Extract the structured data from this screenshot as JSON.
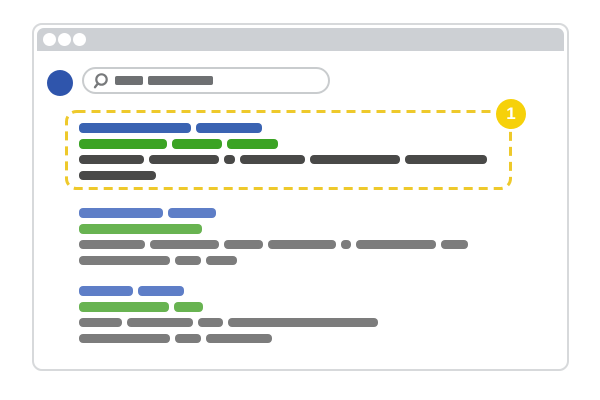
{
  "window": {
    "titlebar_color": "#cdd0d4",
    "control_dot_color": "#ffffff",
    "control_dot_count": 3,
    "border_color": "#d7d9db"
  },
  "toolbar": {
    "logo_color": "#2f55ac"
  },
  "search": {
    "icon": "magnifier-icon",
    "icon_color": "#77797b",
    "placeholder_bar_color": "#6e7072",
    "query_placeholder_segments": [
      28,
      65
    ]
  },
  "annotation": {
    "badge_label": "1",
    "badge_color": "#f6d10a",
    "badge_text_color": "#ffffff",
    "outline_color": "#eec92b",
    "outline_style": "dashed"
  },
  "results": [
    {
      "id": "result-1",
      "highlighted": true,
      "colors": {
        "title": "#3a63b2",
        "url": "#3ba324",
        "text": "#494948"
      },
      "rows": [
        {
          "type": "title",
          "segments": [
            112,
            66
          ]
        },
        {
          "type": "url",
          "segments": [
            88,
            50,
            51
          ]
        },
        {
          "type": "text",
          "segments": [
            65,
            70,
            11,
            65,
            90,
            82
          ]
        },
        {
          "type": "text",
          "segments": [
            77
          ]
        }
      ]
    },
    {
      "id": "result-2",
      "highlighted": false,
      "colors": {
        "title": "#5e7ec7",
        "url": "#68b351",
        "text": "#7c7c7c"
      },
      "rows": [
        {
          "type": "title",
          "segments": [
            84,
            48
          ]
        },
        {
          "type": "url",
          "segments": [
            123
          ]
        },
        {
          "type": "text",
          "segments": [
            66,
            69,
            39,
            68,
            10,
            80,
            27
          ]
        },
        {
          "type": "text",
          "segments": [
            91,
            26,
            31
          ]
        }
      ]
    },
    {
      "id": "result-3",
      "highlighted": false,
      "colors": {
        "title": "#5e7ec7",
        "url": "#68b351",
        "text": "#7c7c7c"
      },
      "rows": [
        {
          "type": "title",
          "segments": [
            54,
            46
          ]
        },
        {
          "type": "url",
          "segments": [
            90,
            29
          ]
        },
        {
          "type": "text",
          "segments": [
            43,
            66,
            25,
            150
          ]
        },
        {
          "type": "text",
          "segments": [
            91,
            26,
            66
          ]
        }
      ]
    }
  ]
}
